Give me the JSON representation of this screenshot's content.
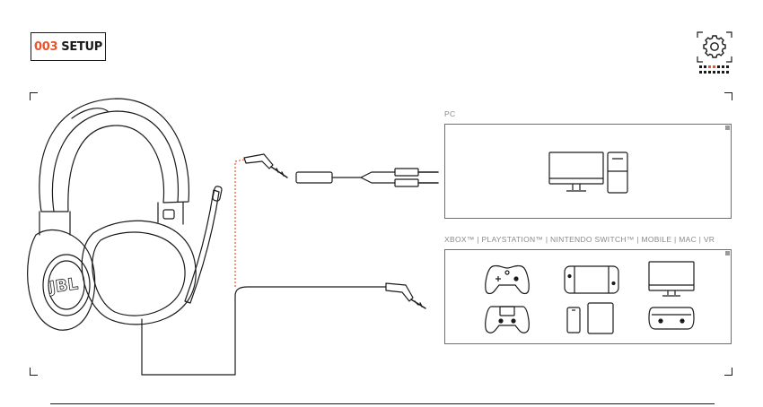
{
  "header": {
    "section_number": "003",
    "section_title": "SETUP"
  },
  "settings_icon": "gear-icon",
  "pc_section": {
    "label": "PC",
    "devices": [
      "monitor-icon",
      "pc-tower-icon"
    ]
  },
  "console_section": {
    "label": "XBOX™ | PLAYSTATION™ | NINTENDO SWITCH™ | MOBILE | MAC | VR",
    "devices": [
      "xbox-controller-icon",
      "nintendo-switch-icon",
      "mac-monitor-icon",
      "playstation-controller-icon",
      "mobile-tablet-icon",
      "vr-headset-icon"
    ]
  },
  "colors": {
    "accent": "#e9542d",
    "line": "#1a1a1a",
    "muted": "#8a8a8a"
  }
}
